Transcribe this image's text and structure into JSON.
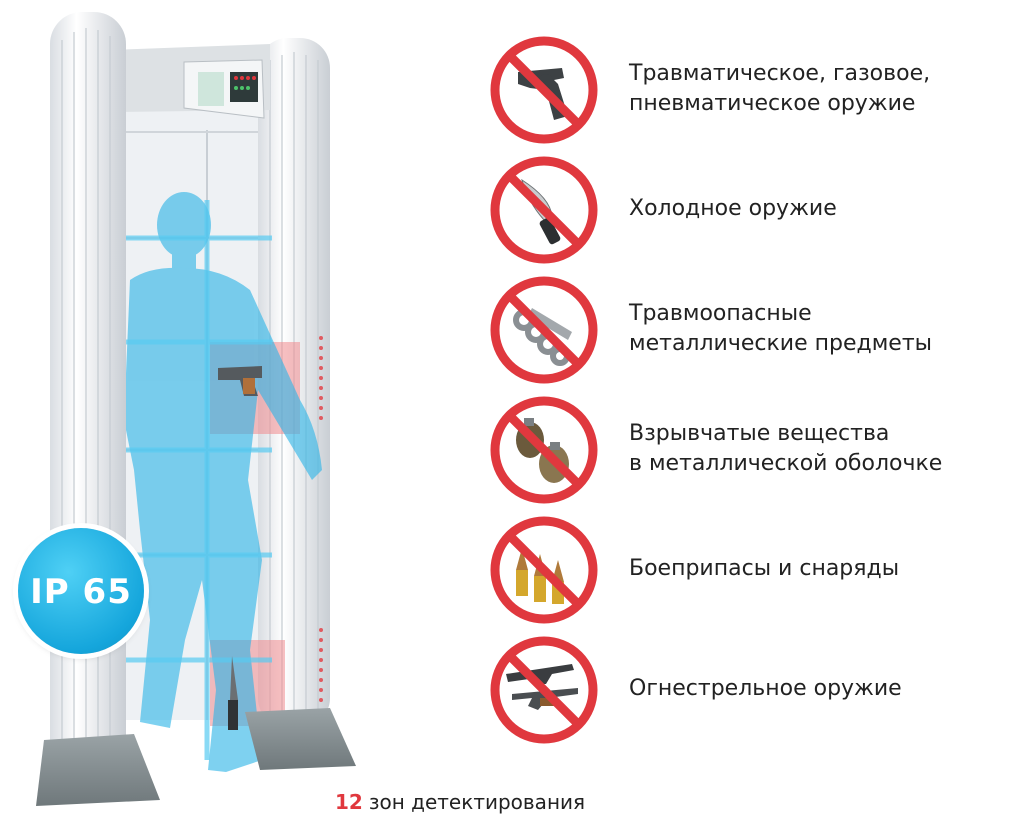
{
  "badge": {
    "label": "IP 65"
  },
  "prohibited_items": [
    {
      "icon": "revolver-icon",
      "label": "Травматическое, газовое,\nпневматическое оружие"
    },
    {
      "icon": "knife-icon",
      "label": "Холодное оружие"
    },
    {
      "icon": "brass-knuckles-icon",
      "label": "Травмоопасные\nметаллические предметы"
    },
    {
      "icon": "grenade-icon",
      "label": "Взрывчатые вещества\nв металлической оболочке"
    },
    {
      "icon": "bullets-icon",
      "label": "Боеприпасы и снаряды"
    },
    {
      "icon": "rifle-icon",
      "label": "Огнестрельное оружие"
    }
  ],
  "caption": {
    "number": "12",
    "text": "зон детектирования"
  },
  "colors": {
    "prohibition_red": "#e0383e",
    "detector_blue": "#2fb4e6",
    "zone_pink": "#f08a8e",
    "badge_blue": "#15a6dc"
  }
}
